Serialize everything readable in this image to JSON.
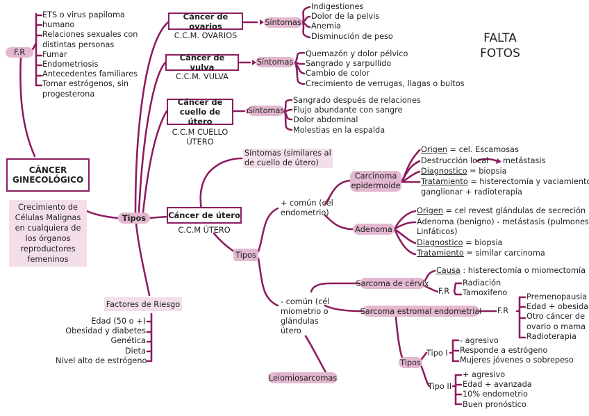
{
  "note": [
    "FALTA",
    "FOTOS"
  ],
  "center": {
    "title": [
      "CÁNCER",
      "GINECOLÓGICO"
    ],
    "definition": [
      "Crecimiento de",
      "Células Malignas",
      "en cualquiera de",
      "los órganos",
      "reproductores",
      "femeninos"
    ]
  },
  "fr": {
    "label": "F.R",
    "items": [
      "ETS o virus papiloma",
      "humano",
      "Relaciones sexuales con",
      "distintas personas",
      "Fumar",
      "Endometriosis",
      "Antecedentes familiares",
      "Tomar estrógenos, sin",
      "progesterona"
    ]
  },
  "tipos_label": "Tipos",
  "ovarios": {
    "title": "Cáncer de ovarios",
    "code": "C.C.M. OVARIOS",
    "sintomas_label": "Síntomas",
    "sintomas": [
      "Indigestiones",
      "Dolor de la pelvis",
      "Anemia",
      "Disminución de peso"
    ]
  },
  "vulva": {
    "title": "Cáncer de vulva",
    "code": "C.C.M. VULVA",
    "sintomas_label": "Síntomas",
    "sintomas": [
      "Quemazón y dolor pélvico",
      "Sangrado y sarpullido",
      "Cambio de color",
      "Crecimiento de verrugas, llagas o bultos"
    ]
  },
  "cuello": {
    "title": [
      "Cáncer de",
      "cuello de útero"
    ],
    "code": [
      "C.C.M CUELLO",
      "ÚTERO"
    ],
    "sintomas_label": "Síntomas",
    "sintomas": [
      "Sangrado después de relaciones",
      "Flujo abundante con sangre",
      "Dolor abdominal",
      "Molestias en la espalda"
    ]
  },
  "utero": {
    "title": "Cáncer de útero",
    "code": "C.C.M ÚTERO",
    "sintomas_text": [
      "Síntomas (similares al",
      "de cuello de útero)"
    ],
    "tipos_label": "Tipos",
    "mas_comun": [
      "+ común (cél",
      "endometrio)"
    ],
    "menos_comun": [
      "- común (cél",
      "miometrio o",
      "glándulas",
      "útero"
    ],
    "carcinoma": {
      "label": [
        "Carcinoma",
        "epidermoide"
      ],
      "origen_label": "Origen",
      "origen_text": " = cel. Escamosas",
      "destruccion": "Destrucción local",
      "metastasis": "metástasis",
      "diagnostico_label": "Diagnostico",
      "diagnostico_text": " = biopsia",
      "tratamiento_label": "Tratamiento",
      "tratamiento_text": " = histerectomía y vaciamiento",
      "tratamiento_cont": "ganglionar + radioterapia"
    },
    "adenoma": {
      "label": "Adenoma",
      "origen_label": "Origen",
      "origen_text": " = cel revest glándulas de secreción",
      "benigno": "Adenoma (benigno) - metástasis (pulmones y g.",
      "benigno_cont": "Linfáticos)",
      "diagnostico_label": "Diagnostico",
      "diagnostico_text": " = biopsia",
      "tratamiento_label": "Tratamiento",
      "tratamiento_text": " = similar carcinoma"
    },
    "sarcoma_cervix": {
      "label": "Sarcoma de cérvix",
      "causa_label": "Causa",
      "causa_text": " : histerectomía o miomectomía",
      "fr_label": "F.R",
      "fr_items": [
        "Radiación",
        "Tamoxifeno"
      ]
    },
    "sarcoma_estromal": {
      "label": "Sarcoma estromal endometrial",
      "fr_label": "F.R",
      "fr_items": [
        "Premenopausia",
        "Edad + obesidad",
        "Otro cáncer de",
        "ovario o mama",
        "Radioterapia"
      ],
      "tipos_label": "Tipos",
      "tipo1_label": "Tipo I",
      "tipo1_items": [
        "- agresivo",
        "Responde a estrógeno",
        "Mujeres jóvenes o sobrepeso"
      ],
      "tipo2_label": "Tipo II",
      "tipo2_items": [
        "+ agresivo",
        "Edad + avanzada",
        "10% endometrio",
        "Buen pronóstico"
      ]
    },
    "leiomiosarcomas": "Leiomiosarcomas"
  },
  "factores": {
    "label": "Factores de Riesgo",
    "items": [
      "Edad (50 o +)",
      "Obesidad y diabetes",
      "Genética",
      "Dieta",
      "Nivel alto de estrógeno"
    ]
  },
  "colors": {
    "line": "#8c1d5f",
    "pill": "#e3b8d0",
    "pale": "#f3dfe9"
  }
}
